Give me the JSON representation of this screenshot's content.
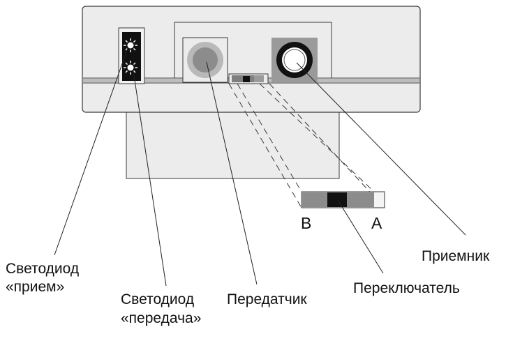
{
  "labels": {
    "led_receive": [
      "Светодиод",
      "«прием»"
    ],
    "led_transmit": [
      "Светодиод",
      "«передача»"
    ],
    "transmitter": "Передатчик",
    "switch": "Переключатель",
    "receiver": "Приемник"
  },
  "switch_positions": {
    "left": "B",
    "right": "A"
  },
  "colors": {
    "device_fill": "#ececec",
    "device_stroke": "#3a3a3a",
    "dark": "#111111",
    "gray": "#8c8c8c"
  },
  "icons": {
    "led": "led-icon",
    "transmitter": "transmitter-icon",
    "receiver": "receiver-icon",
    "switch": "switch-icon"
  }
}
